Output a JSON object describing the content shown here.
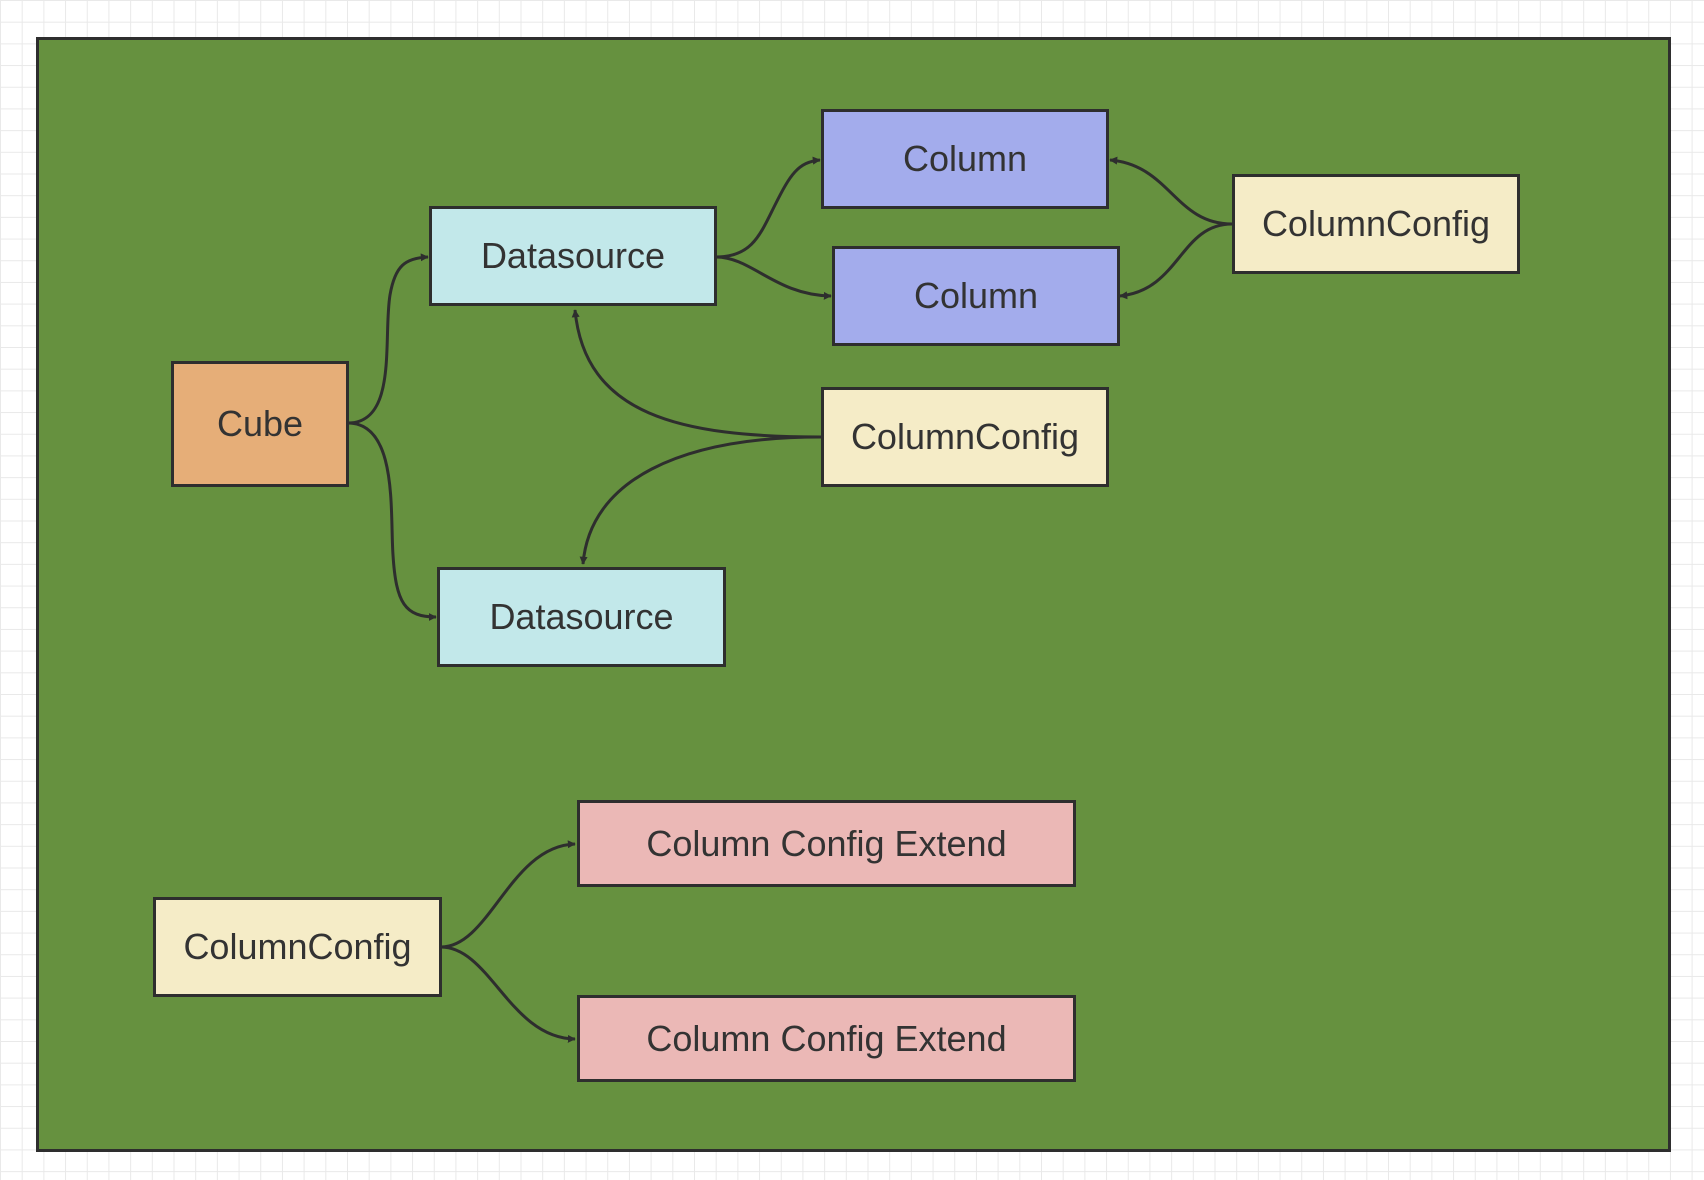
{
  "colors": {
    "frame": "#66913f",
    "cube": "#e6ae78",
    "datasource": "#c2e8ea",
    "column": "#a3acec",
    "column_config": "#f5ecc7",
    "column_config_extend": "#ebb8b6",
    "stroke": "#2e2e2e"
  },
  "nodes": {
    "cube": "Cube",
    "datasource_1": "Datasource",
    "datasource_2": "Datasource",
    "column_1": "Column",
    "column_2": "Column",
    "column_config_1": "ColumnConfig",
    "column_config_2": "ColumnConfig",
    "column_config_3": "ColumnConfig",
    "column_config_extend_1": "Column Config Extend",
    "column_config_extend_2": "Column Config Extend"
  },
  "edges": [
    {
      "from": "cube",
      "to": "datasource_1"
    },
    {
      "from": "cube",
      "to": "datasource_2"
    },
    {
      "from": "datasource_1",
      "to": "column_1"
    },
    {
      "from": "datasource_1",
      "to": "column_2"
    },
    {
      "from": "column_config_1",
      "to": "column_1"
    },
    {
      "from": "column_config_1",
      "to": "column_2"
    },
    {
      "from": "column_config_2",
      "to": "datasource_1"
    },
    {
      "from": "column_config_2",
      "to": "datasource_2"
    },
    {
      "from": "column_config_3",
      "to": "column_config_extend_1"
    },
    {
      "from": "column_config_3",
      "to": "column_config_extend_2"
    }
  ]
}
